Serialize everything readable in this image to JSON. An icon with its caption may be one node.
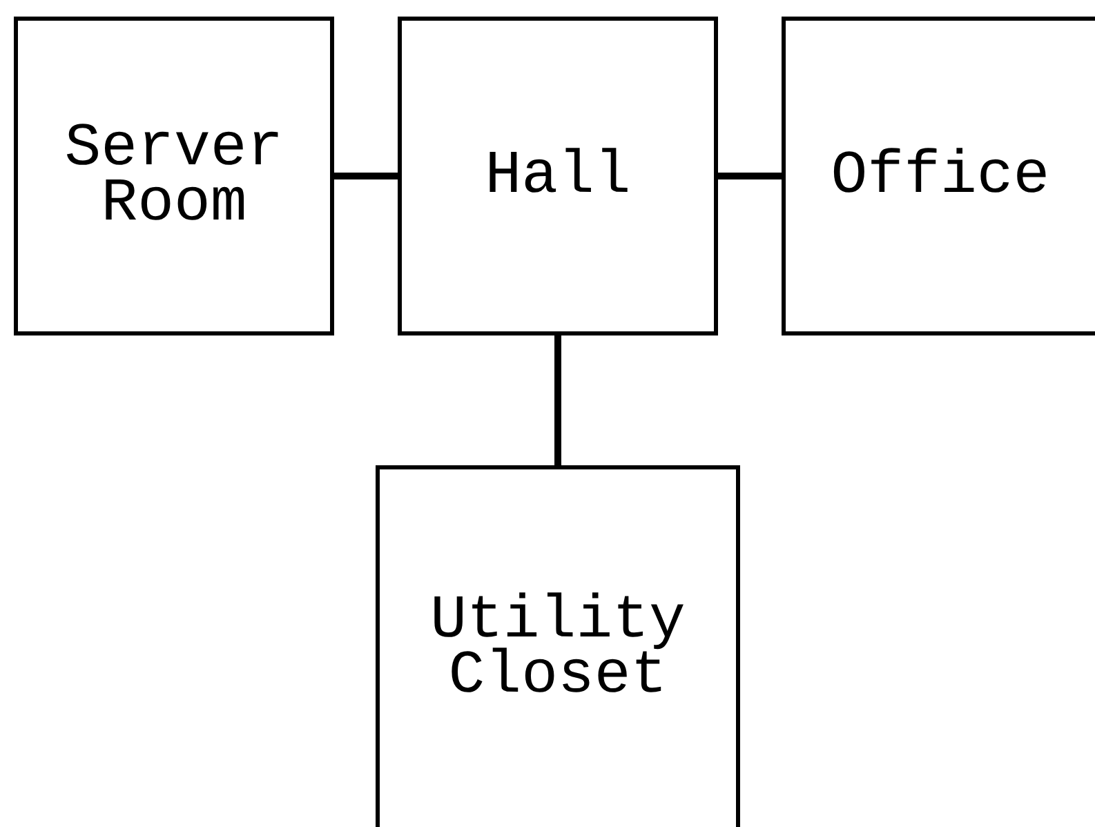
{
  "diagram": {
    "nodes": [
      {
        "text": [
          "Server Room"
        ]
      },
      {
        "text": [
          "Hall"
        ]
      },
      {
        "text": [
          "Office"
        ]
      },
      {
        "text": [
          "Utility Closet"
        ]
      }
    ],
    "edges": [
      {
        "from": 0,
        "to": 1,
        "arrow": "none"
      },
      {
        "from": 1,
        "to": 2,
        "arrow": "none"
      },
      {
        "from": 1,
        "to": 3,
        "arrow": "none"
      }
    ]
  }
}
